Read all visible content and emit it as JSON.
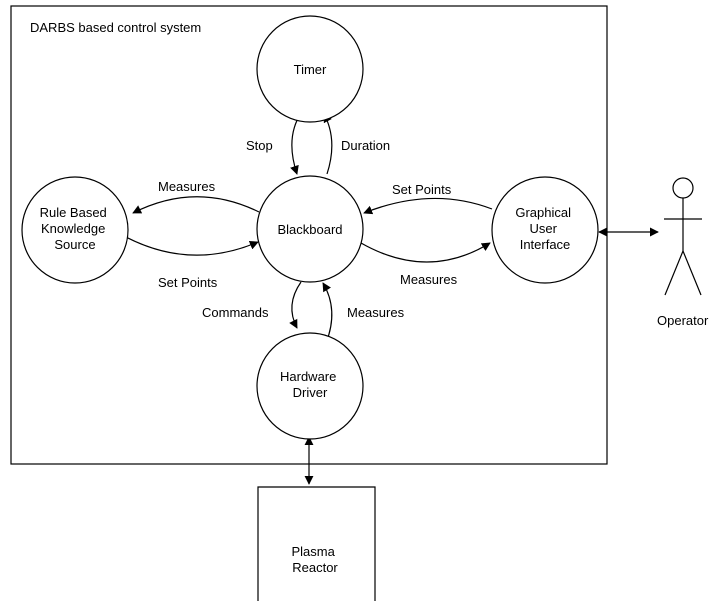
{
  "system": {
    "title": "DARBS based control system"
  },
  "nodes": {
    "timer": [
      "Timer"
    ],
    "blackboard": [
      "Blackboard"
    ],
    "rule_based": [
      "Rule Based",
      "Knowledge",
      "Source"
    ],
    "gui": [
      "Graphical",
      "User",
      "Interface"
    ],
    "hardware": [
      "Hardware",
      "Driver"
    ]
  },
  "edges": {
    "timer_stop": "Stop",
    "timer_duration": "Duration",
    "rb_measures": "Measures",
    "rb_setpoints": "Set Points",
    "gui_setpoints": "Set Points",
    "gui_measures": "Measures",
    "hw_commands": "Commands",
    "hw_measures": "Measures"
  },
  "external": {
    "operator": "Operator",
    "reactor": [
      "Plasma",
      "Reactor"
    ]
  }
}
